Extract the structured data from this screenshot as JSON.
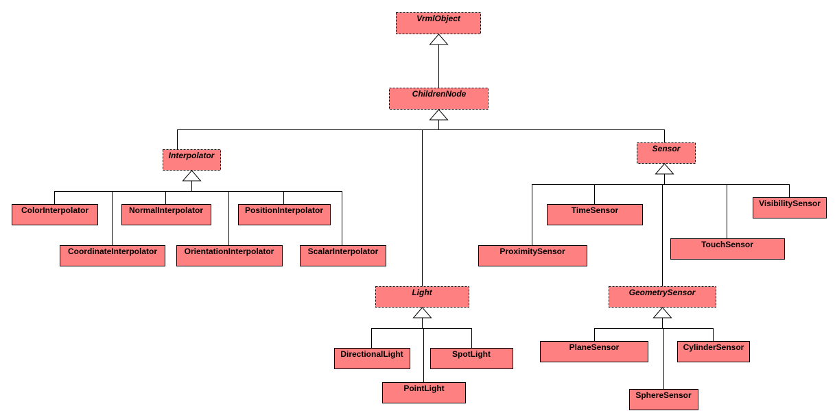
{
  "diagram": {
    "classes": {
      "vrml_object": "VrmlObject",
      "children_node": "ChildrenNode",
      "interpolator": "Interpolator",
      "light": "Light",
      "sensor": "Sensor",
      "geometry_sensor": "GeometrySensor",
      "color_interpolator": "ColorInterpolator",
      "normal_interpolator": "NormalInterpolator",
      "position_interpolator": "PositionInterpolator",
      "coordinate_interpolator": "CoordinateInterpolator",
      "orientation_interpolator": "OrientationInterpolator",
      "scalar_interpolator": "ScalarInterpolator",
      "directional_light": "DirectionalLight",
      "spot_light": "SpotLight",
      "point_light": "PointLight",
      "time_sensor": "TimeSensor",
      "visibility_sensor": "VisibilitySensor",
      "proximity_sensor": "ProximitySensor",
      "touch_sensor": "TouchSensor",
      "plane_sensor": "PlaneSensor",
      "cylinder_sensor": "CylinderSensor",
      "sphere_sensor": "SphereSensor"
    }
  }
}
